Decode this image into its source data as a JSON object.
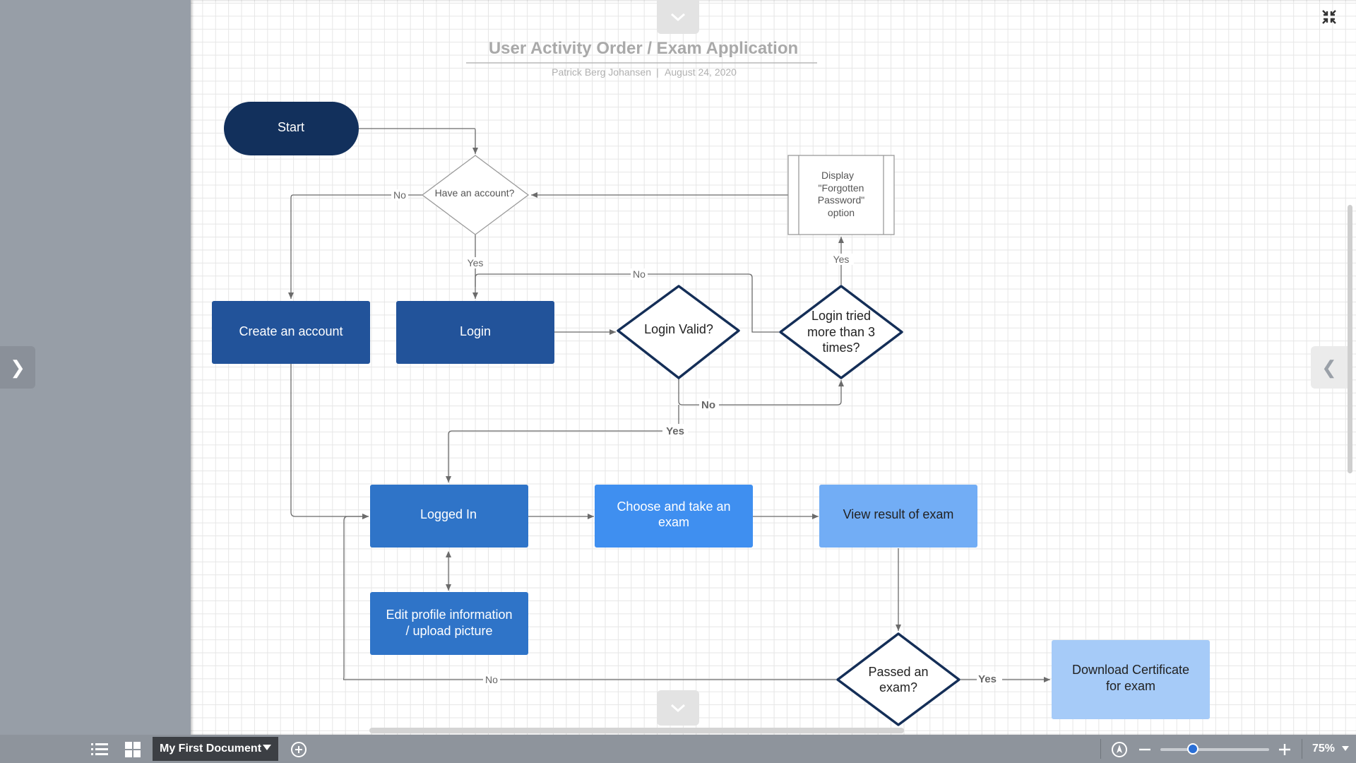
{
  "document": {
    "title": "User Activity Order / Exam Application",
    "author": "Patrick Berg Johansen",
    "separator": "|",
    "date": "August 24, 2020"
  },
  "nodes": {
    "start": "Start",
    "have_account": "Have an account?",
    "create_account": "Create an account",
    "login": "Login",
    "login_valid": "Login Valid?",
    "login_tried_l1": "Login tried",
    "login_tried_l2": "more than 3",
    "login_tried_l3": "times?",
    "forgotten_l1": "Display",
    "forgotten_l2": "\"Forgotten",
    "forgotten_l3": "Password\"",
    "forgotten_l4": "option",
    "logged_in": "Logged In",
    "choose_exam_l1": "Choose and take an",
    "choose_exam_l2": "exam",
    "view_result": "View result of exam",
    "edit_profile_l1": "Edit profile information",
    "edit_profile_l2": "/ upload picture",
    "passed_exam_l1": "Passed an",
    "passed_exam_l2": "exam?",
    "download_cert_l1": "Download Certificate",
    "download_cert_l2": "for exam"
  },
  "edge_labels": {
    "no_account": "No",
    "yes_account": "Yes",
    "no_retry": "No",
    "yes_forgotten": "Yes",
    "no_invalid": "No",
    "yes_valid": "Yes",
    "no_passed": "No",
    "yes_passed": "Yes"
  },
  "icons": {
    "collapse": "collapse-icon",
    "expand_left": "chevron-right-icon",
    "expand_right": "chevron-left-icon",
    "top_handle": "chevron-down-icon",
    "bottom_handle": "chevron-down-icon",
    "list_view": "list-icon",
    "grid_view": "grid-icon",
    "add_page": "plus-circle-icon",
    "navigate": "compass-icon",
    "zoom_out": "minus-icon",
    "zoom_in": "plus-icon"
  },
  "bottom_bar": {
    "document_name": "My First Document",
    "zoom_level": "75%",
    "zoom_fraction": 0.3
  },
  "colors": {
    "start_fill": "#12305c",
    "process_dark": "#22539a",
    "process_mid": "#2f74c8",
    "process_bright": "#3f8ff0",
    "process_light": "#72adf5",
    "process_pale": "#a6cbf8",
    "diamond_stroke": "#142e57",
    "connector": "#6b6b6b"
  }
}
